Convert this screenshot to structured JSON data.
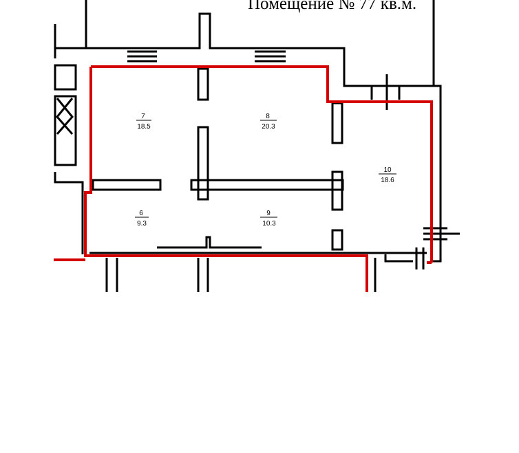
{
  "title": "Помещение №  77 кв.м.",
  "rooms": [
    {
      "number": "7",
      "area": "18.5"
    },
    {
      "number": "8",
      "area": "20.3"
    },
    {
      "number": "10",
      "area": "18.6"
    },
    {
      "number": "6",
      "area": "9.3"
    },
    {
      "number": "9",
      "area": "10.3"
    }
  ],
  "colors": {
    "outline": "#d40000",
    "walls": "#000000"
  }
}
